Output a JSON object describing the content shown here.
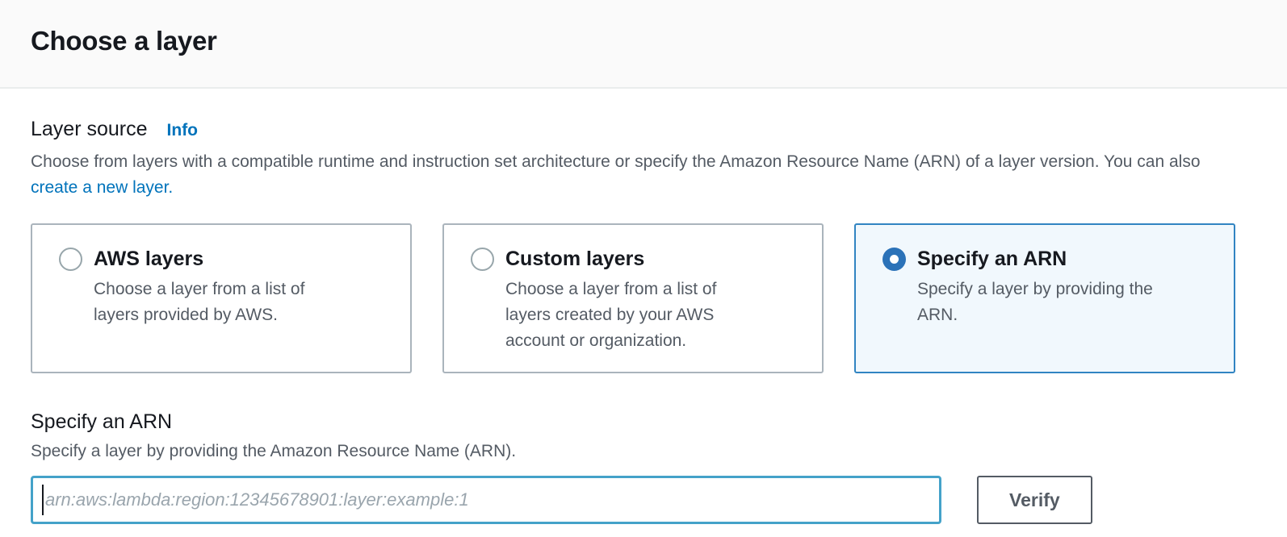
{
  "header": {
    "title": "Choose a layer"
  },
  "layer_source": {
    "label": "Layer source",
    "info_label": "Info",
    "description": "Choose from layers with a compatible runtime and instruction set architecture or specify the Amazon Resource Name (ARN) of a layer version. You can also ",
    "create_link_label": "create a new layer.",
    "options": [
      {
        "title": "AWS layers",
        "description": "Choose a layer from a list of layers provided by AWS.",
        "selected": false
      },
      {
        "title": "Custom layers",
        "description": "Choose a layer from a list of layers created by your AWS account or organization.",
        "selected": false
      },
      {
        "title": "Specify an ARN",
        "description": "Specify a layer by providing the ARN.",
        "selected": true
      }
    ]
  },
  "arn_section": {
    "title": "Specify an ARN",
    "description": "Specify a layer by providing the Amazon Resource Name (ARN).",
    "input_value": "",
    "input_placeholder": "arn:aws:lambda:region:12345678901:layer:example:1",
    "verify_label": "Verify"
  },
  "colors": {
    "link_blue": "#0073bb",
    "radio_selected_blue": "#2b72b8",
    "selected_card_bg": "#f1f8fd",
    "selected_card_border": "#3184c2",
    "input_focus_border": "#44a2c9",
    "text_dark": "#16191f",
    "text_gray": "#545b64",
    "divider_gray": "#eaeded"
  }
}
